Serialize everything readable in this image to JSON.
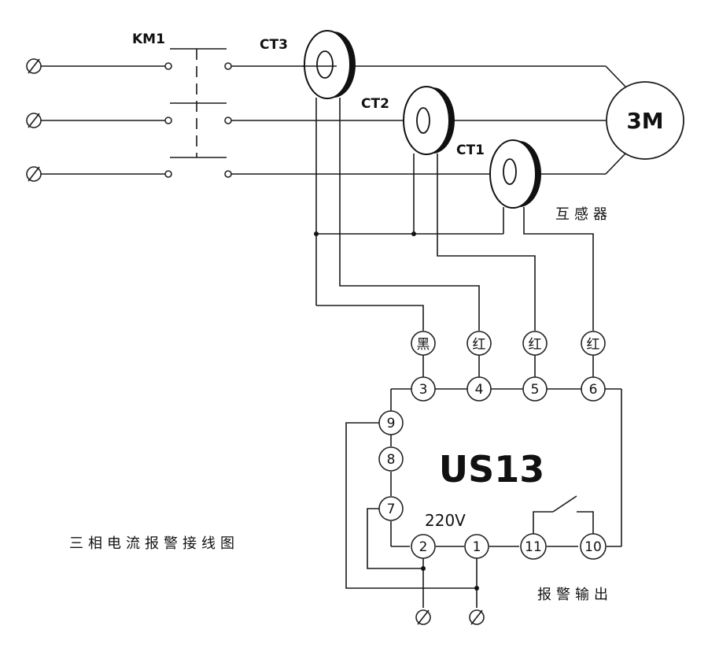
{
  "labels": {
    "contactor": "KM1",
    "ct3": "CT3",
    "ct2": "CT2",
    "ct1": "CT1",
    "motor": "3M",
    "transformer": "互感器",
    "device": "US13",
    "voltage": "220V",
    "alarm_output": "报警输出",
    "diagram_title": "三相电流报警接线图"
  },
  "wire_colors": {
    "black": "黑",
    "red_a": "红",
    "red_b": "红",
    "red_c": "红"
  },
  "terminals": {
    "t1": "1",
    "t2": "2",
    "t3": "3",
    "t4": "4",
    "t5": "5",
    "t6": "6",
    "t7": "7",
    "t8": "8",
    "t9": "9",
    "t10": "10",
    "t11": "11"
  },
  "colors": {
    "line": "#1a1a1a",
    "background": "#ffffff"
  }
}
